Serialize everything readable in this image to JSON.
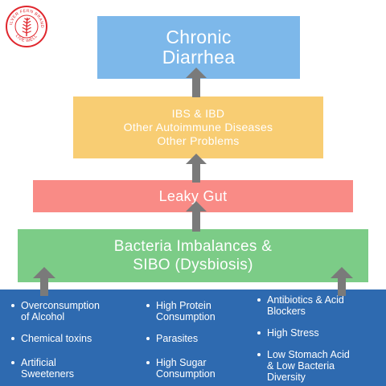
{
  "logo": {
    "ring_text": "SILVER FERN BRAND",
    "tagline": "LIVE WELL",
    "color": "#e0262d",
    "icon": "fern-leaf-icon"
  },
  "levels": [
    {
      "lines": [
        "Chronic",
        "Diarrhea"
      ],
      "color": "#7db8ea"
    },
    {
      "lines": [
        "IBS & IBD",
        "Other Autoimmune Diseases",
        "Other Problems"
      ],
      "color": "#f8cd73"
    },
    {
      "lines": [
        "Leaky Gut"
      ],
      "color": "#f98b86"
    },
    {
      "lines": [
        "Bacteria Imbalances &",
        "SIBO (Dysbiosis)"
      ],
      "color": "#7ccc87"
    }
  ],
  "causes": {
    "color": "#2e6ab0",
    "columns": [
      [
        {
          "lines": [
            "Overconsumption",
            "of Alcohol"
          ]
        },
        {
          "lines": [
            "Chemical toxins"
          ]
        },
        {
          "lines": [
            "Artificial",
            "Sweeteners"
          ]
        }
      ],
      [
        {
          "lines": [
            "High Protein",
            "Consumption"
          ]
        },
        {
          "lines": [
            "Parasites"
          ]
        },
        {
          "lines": [
            "High Sugar",
            "Consumption"
          ]
        }
      ],
      [
        {
          "lines": [
            "Antibiotics & Acid",
            "Blockers"
          ]
        },
        {
          "lines": [
            "High Stress"
          ]
        },
        {
          "lines": [
            "Low Stomach Acid",
            "& Low Bacteria",
            "Diversity"
          ]
        }
      ]
    ]
  },
  "arrow_color": "#7a7a7a"
}
